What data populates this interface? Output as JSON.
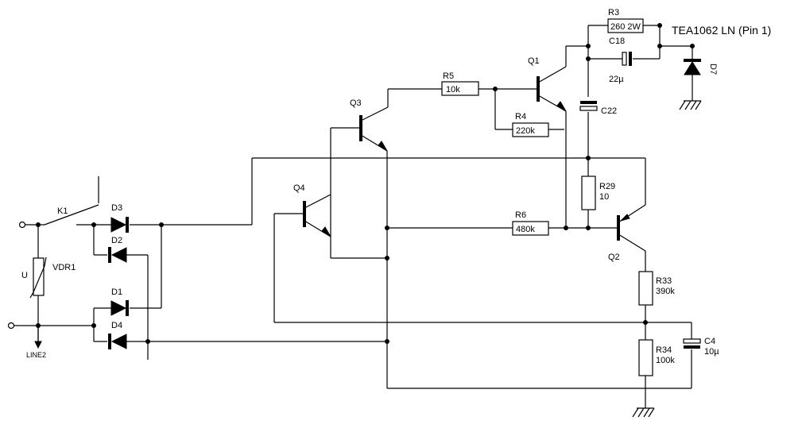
{
  "labels": {
    "tea": "TEA1062 LN (Pin 1)",
    "line2": "LINE2",
    "k1": "K1",
    "vdr1": "VDR1",
    "vdr_u": "U",
    "d1": "D1",
    "d2": "D2",
    "d3": "D3",
    "d4": "D4",
    "d7": "D7",
    "q1": "Q1",
    "q2": "Q2",
    "q3": "Q3",
    "q4": "Q4",
    "r3": "R3",
    "r3_val": "260 2W",
    "r4": "R4",
    "r4_val": "220k",
    "r5": "R5",
    "r5_val": "10k",
    "r6": "R6",
    "r6_val": "480k",
    "r29": "R29",
    "r29_val": "10",
    "r33": "R33",
    "r33_val": "390k",
    "r34": "R34",
    "r34_val": "100k",
    "c4": "C4",
    "c4_val": "10µ",
    "c18": "C18",
    "c18_val": "22µ",
    "c22": "C22"
  }
}
